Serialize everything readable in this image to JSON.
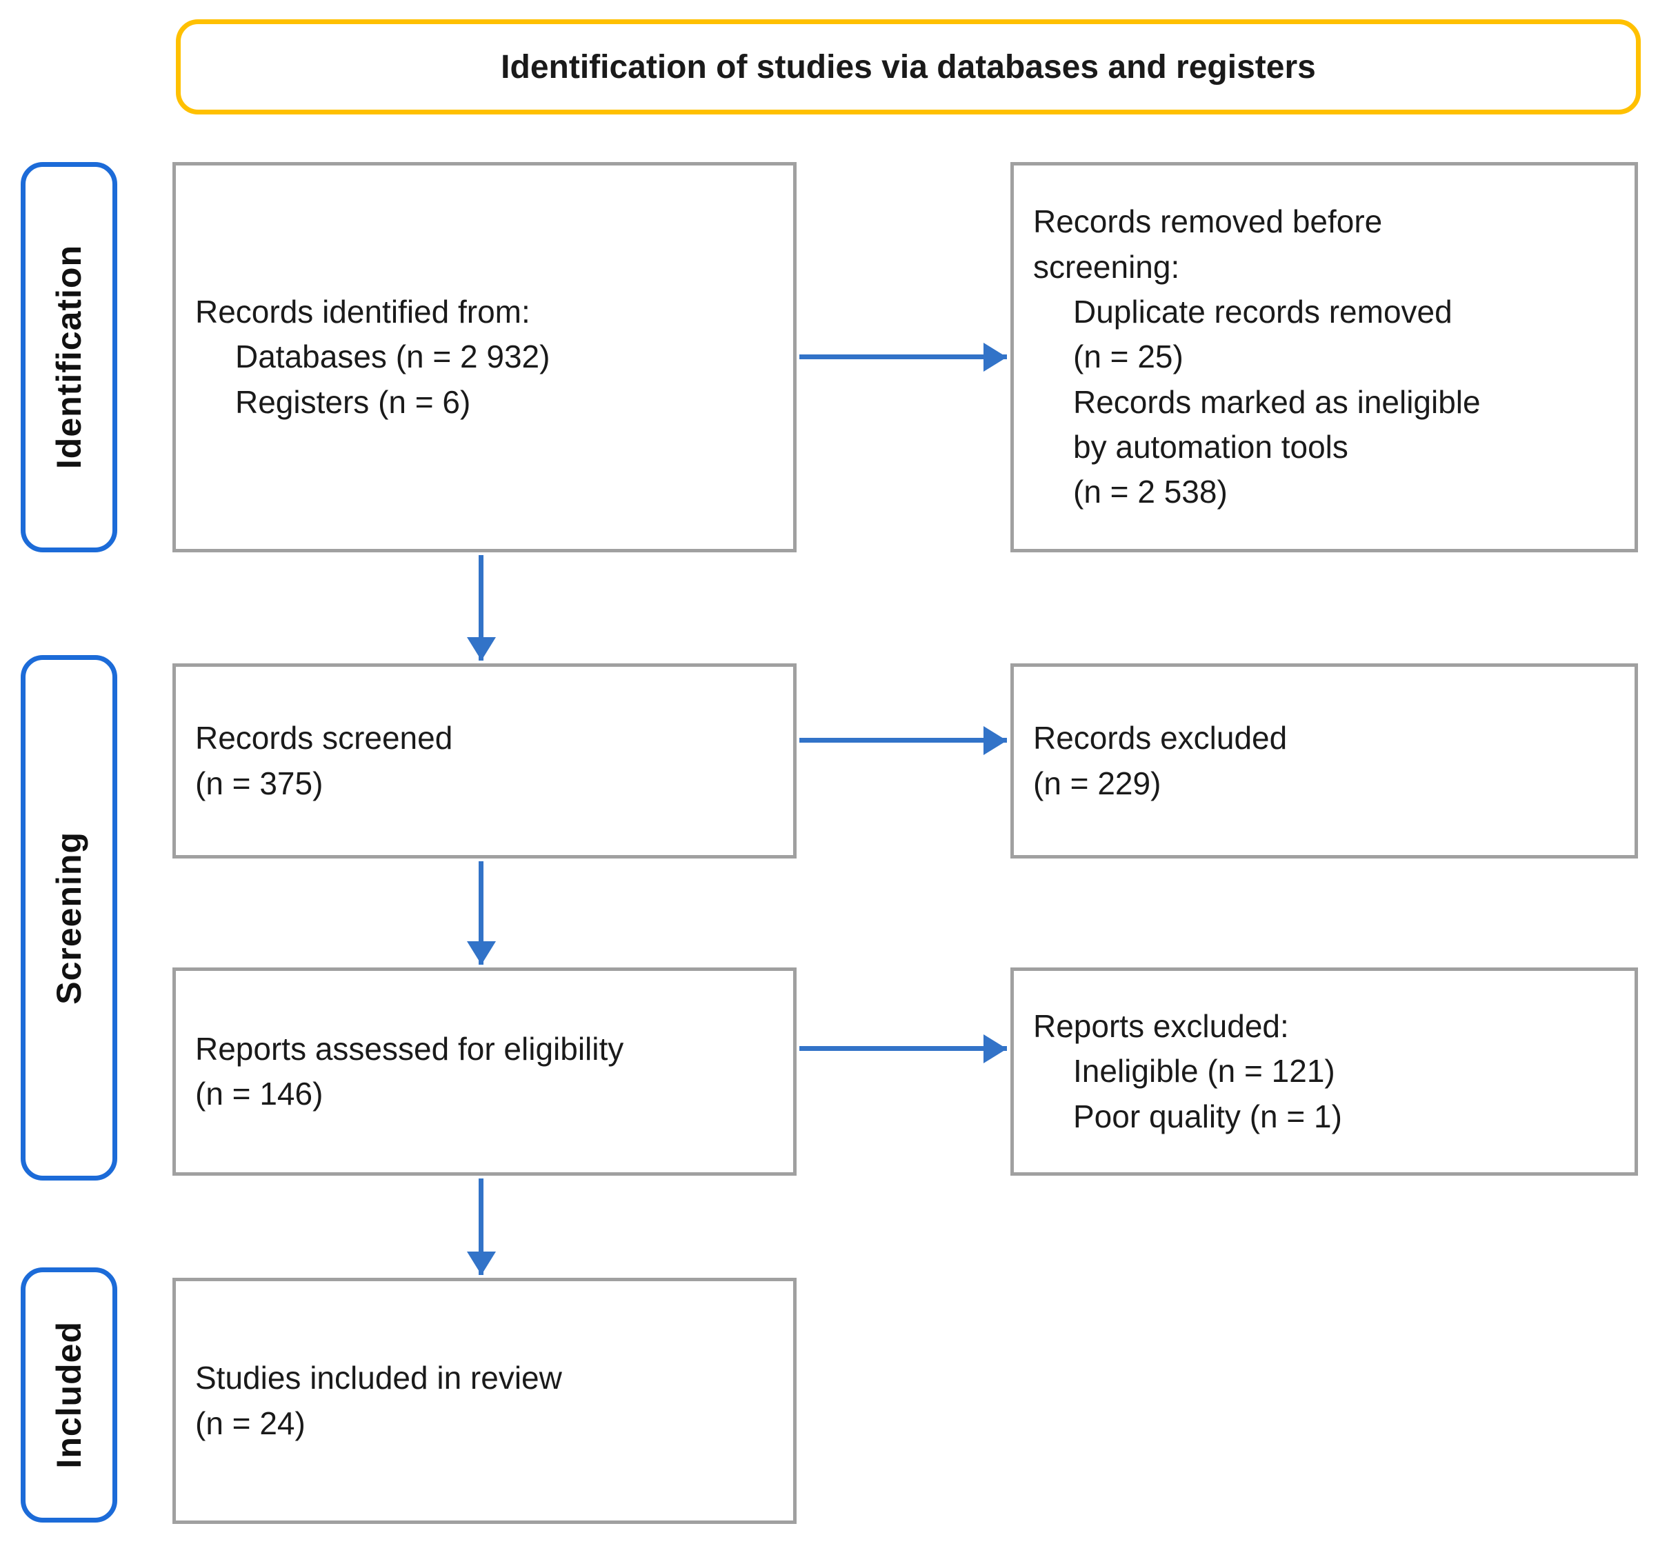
{
  "title": "Identification of studies via databases and registers",
  "stages": {
    "identification": "Identification",
    "screening": "Screening",
    "included": "Included"
  },
  "boxes": {
    "records_identified": {
      "lines": [
        "Records identified from:",
        "Databases (n = 2 932)",
        "Registers (n = 6)"
      ]
    },
    "records_removed": {
      "lines": [
        "Records removed before\nscreening:",
        "Duplicate records removed\n(n = 25)",
        "Records marked as ineligible\nby automation tools\n(n = 2 538)"
      ]
    },
    "records_screened": {
      "lines": [
        "Records screened",
        "(n = 375)"
      ]
    },
    "records_excluded": {
      "lines": [
        "Records excluded",
        "(n = 229)"
      ]
    },
    "reports_assessed": {
      "lines": [
        "Reports assessed for eligibility",
        "(n = 146)"
      ]
    },
    "reports_excluded": {
      "lines": [
        "Reports excluded:",
        "Ineligible (n = 121)",
        "Poor quality (n = 1)"
      ]
    },
    "studies_included": {
      "lines": [
        "Studies included in review",
        "(n = 24)"
      ]
    }
  },
  "counts": {
    "databases": "2 932",
    "registers": "6",
    "duplicates_removed": "25",
    "automation_ineligible": "2 538",
    "records_screened": "375",
    "records_excluded": "229",
    "reports_assessed": "146",
    "reports_ineligible": "121",
    "reports_poor_quality": "1",
    "studies_included": "24"
  },
  "colors": {
    "title_border": "#FFC000",
    "stage_border": "#1C6BD8",
    "box_border": "#A0A0A0",
    "arrow": "#3273C8",
    "text": "#1a1a1a",
    "background": "#ffffff"
  }
}
